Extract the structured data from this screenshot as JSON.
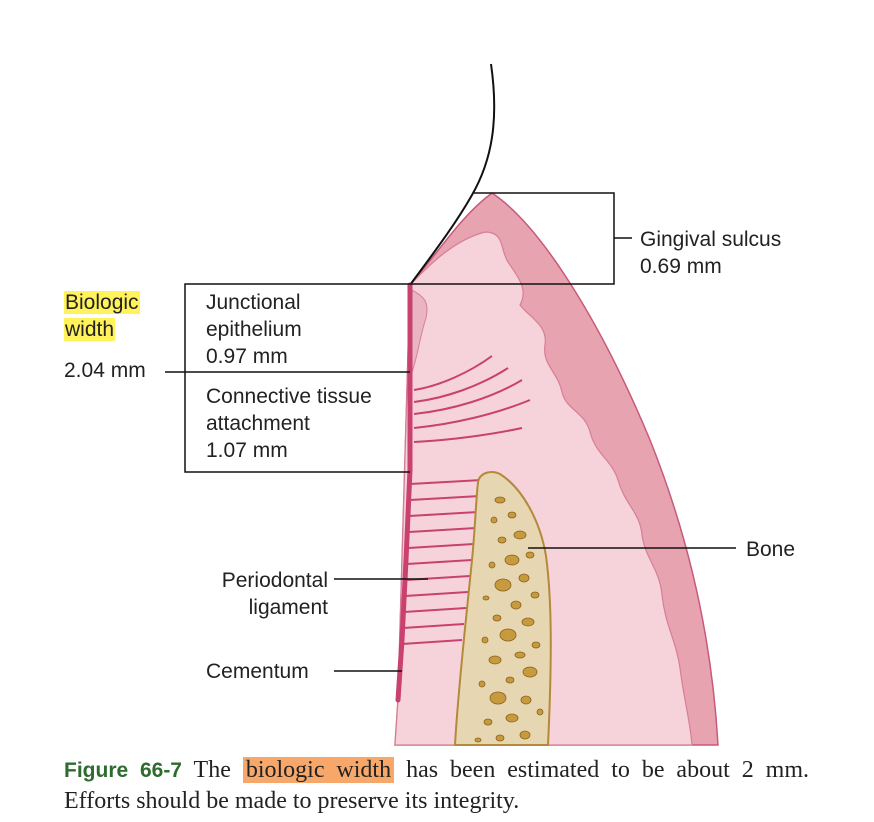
{
  "labels": {
    "biologic_width_line1": "Biologic",
    "biologic_width_line2": "width",
    "biologic_width_value": "2.04 mm",
    "junctional_line1": "Junctional",
    "junctional_line2": "epithelium",
    "junctional_value": "0.97 mm",
    "connective_line1": "Connective tissue",
    "connective_line2": "attachment",
    "connective_value": "1.07 mm",
    "gingival_sulcus": "Gingival sulcus",
    "gingival_sulcus_value": "0.69 mm",
    "bone": "Bone",
    "periodontal_line1": "Periodontal",
    "periodontal_line2": "ligament",
    "cementum": "Cementum"
  },
  "caption": {
    "figure_number": "Figure 66-7",
    "text_before": "The",
    "highlight": "biologic width",
    "text_after": "has been estimated to be about 2 mm. Efforts should be made to preserve its integrity."
  },
  "colors": {
    "gingiva_outer": "#e7a3b0",
    "gingiva_inner": "#f6d3da",
    "root_surface": "#c8416f",
    "bone_fill": "#e6d6b2",
    "bone_pores": "#c79a3e",
    "highlight_yellow": "#fff25a",
    "highlight_orange": "#f7a76a",
    "caption_figure": "#2e6b2e"
  }
}
